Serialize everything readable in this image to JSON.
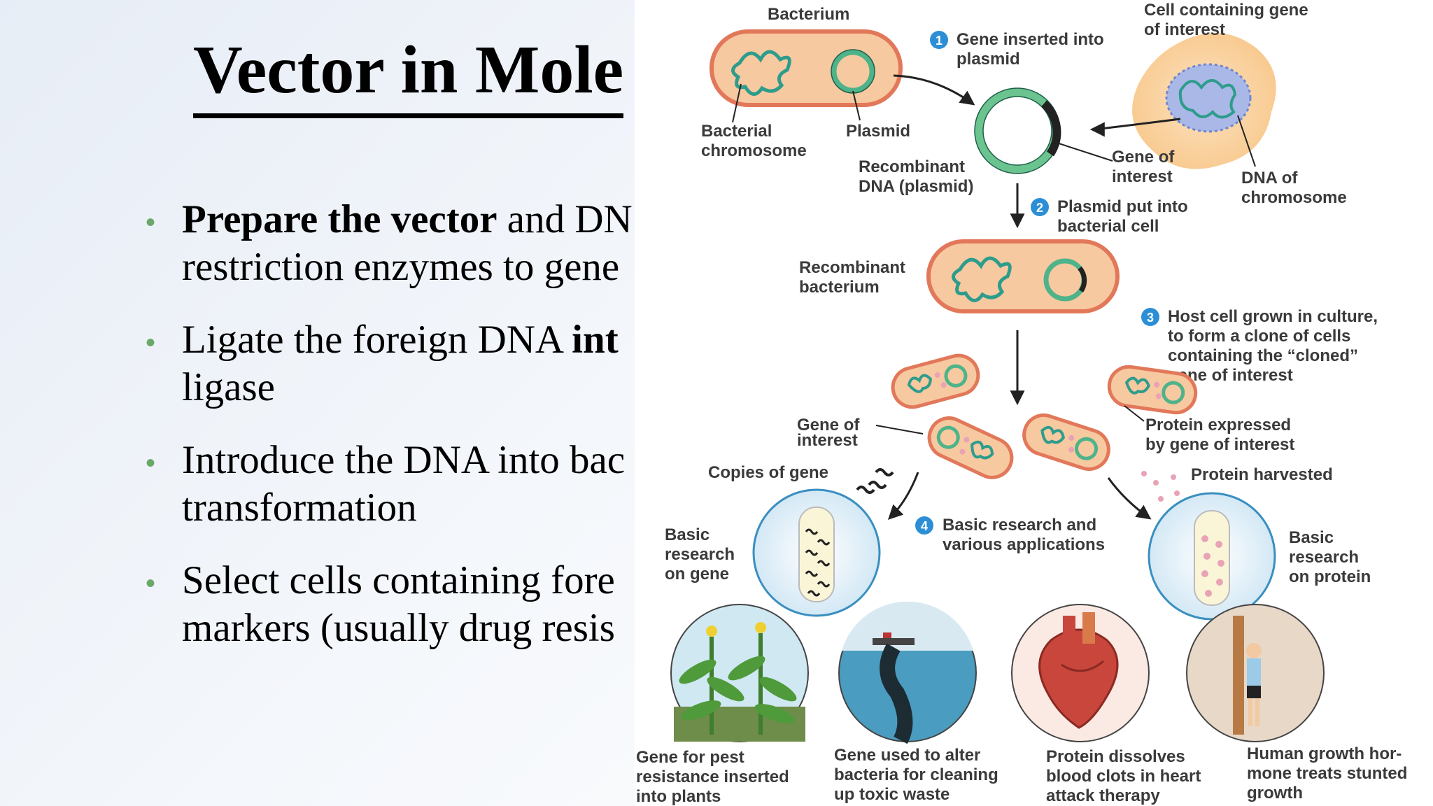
{
  "slide": {
    "title": "Vector in Mole",
    "bullets": [
      {
        "bold": "Prepare the vector",
        "line1_rest": " and DN",
        "line2": "restriction enzymes to gene"
      },
      {
        "line1_pre": "Ligate the foreign DNA ",
        "bold": "int",
        "line2": "ligase"
      },
      {
        "line1": "Introduce the DNA into bac",
        "line2": "transformation"
      },
      {
        "line1": "Select cells containing fore",
        "line2": "markers (usually drug resis"
      }
    ]
  },
  "figure": {
    "bacterium": "Bacterium",
    "cell_gene_1": "Cell containing gene",
    "cell_gene_2": "of interest",
    "step1_num": "1",
    "step1_1": "Gene inserted into",
    "step1_2": "plasmid",
    "bact_chrom_1": "Bacterial",
    "bact_chrom_2": "chromosome",
    "plasmid": "Plasmid",
    "recomb_dna_1": "Recombinant",
    "recomb_dna_2": "DNA (plasmid)",
    "gene_of_interest_1": "Gene of",
    "gene_of_interest_2": "interest",
    "dna_chrom_1": "DNA of",
    "dna_chrom_2": "chromosome",
    "step2_num": "2",
    "step2_1": "Plasmid put into",
    "step2_2": "bacterial cell",
    "recomb_bact_1": "Recombinant",
    "recomb_bact_2": "bacterium",
    "step3_num": "3",
    "step3_1": "Host cell grown in culture,",
    "step3_2": "to form a clone of cells",
    "step3_3": "containing the “cloned”",
    "step3_4": "gene of interest",
    "gene_lbl_1": "Gene of",
    "gene_lbl_2": "interest",
    "protein_expr_1": "Protein expressed",
    "protein_expr_2": "by gene of interest",
    "copies_of_gene": "Copies of gene",
    "protein_harvested": "Protein harvested",
    "step4_num": "4",
    "step4_1": "Basic research and",
    "step4_2": "various applications",
    "basic_gene_1": "Basic",
    "basic_gene_2": "research",
    "basic_gene_3": "on gene",
    "basic_prot_1": "Basic",
    "basic_prot_2": "research",
    "basic_prot_3": "on protein",
    "app1_1": "Gene for pest",
    "app1_2": "resistance inserted",
    "app1_3": "into plants",
    "app2_1": "Gene used to alter",
    "app2_2": "bacteria for cleaning",
    "app2_3": "up toxic waste",
    "app3_1": "Protein dissolves",
    "app3_2": "blood clots in heart",
    "app3_3": "attack therapy",
    "app4_1": "Human growth hor-",
    "app4_2": "mone treats stunted",
    "app4_3": "growth"
  },
  "colors": {
    "bullet": "#6aa86a",
    "cell_fill": "#f7c9a0",
    "cell_edge": "#e2785a",
    "dna": "#2e9c8c",
    "plasmid": "#4fb38a",
    "step_badge": "#2c8fd6",
    "eukaryote": "#fbd6a6"
  }
}
